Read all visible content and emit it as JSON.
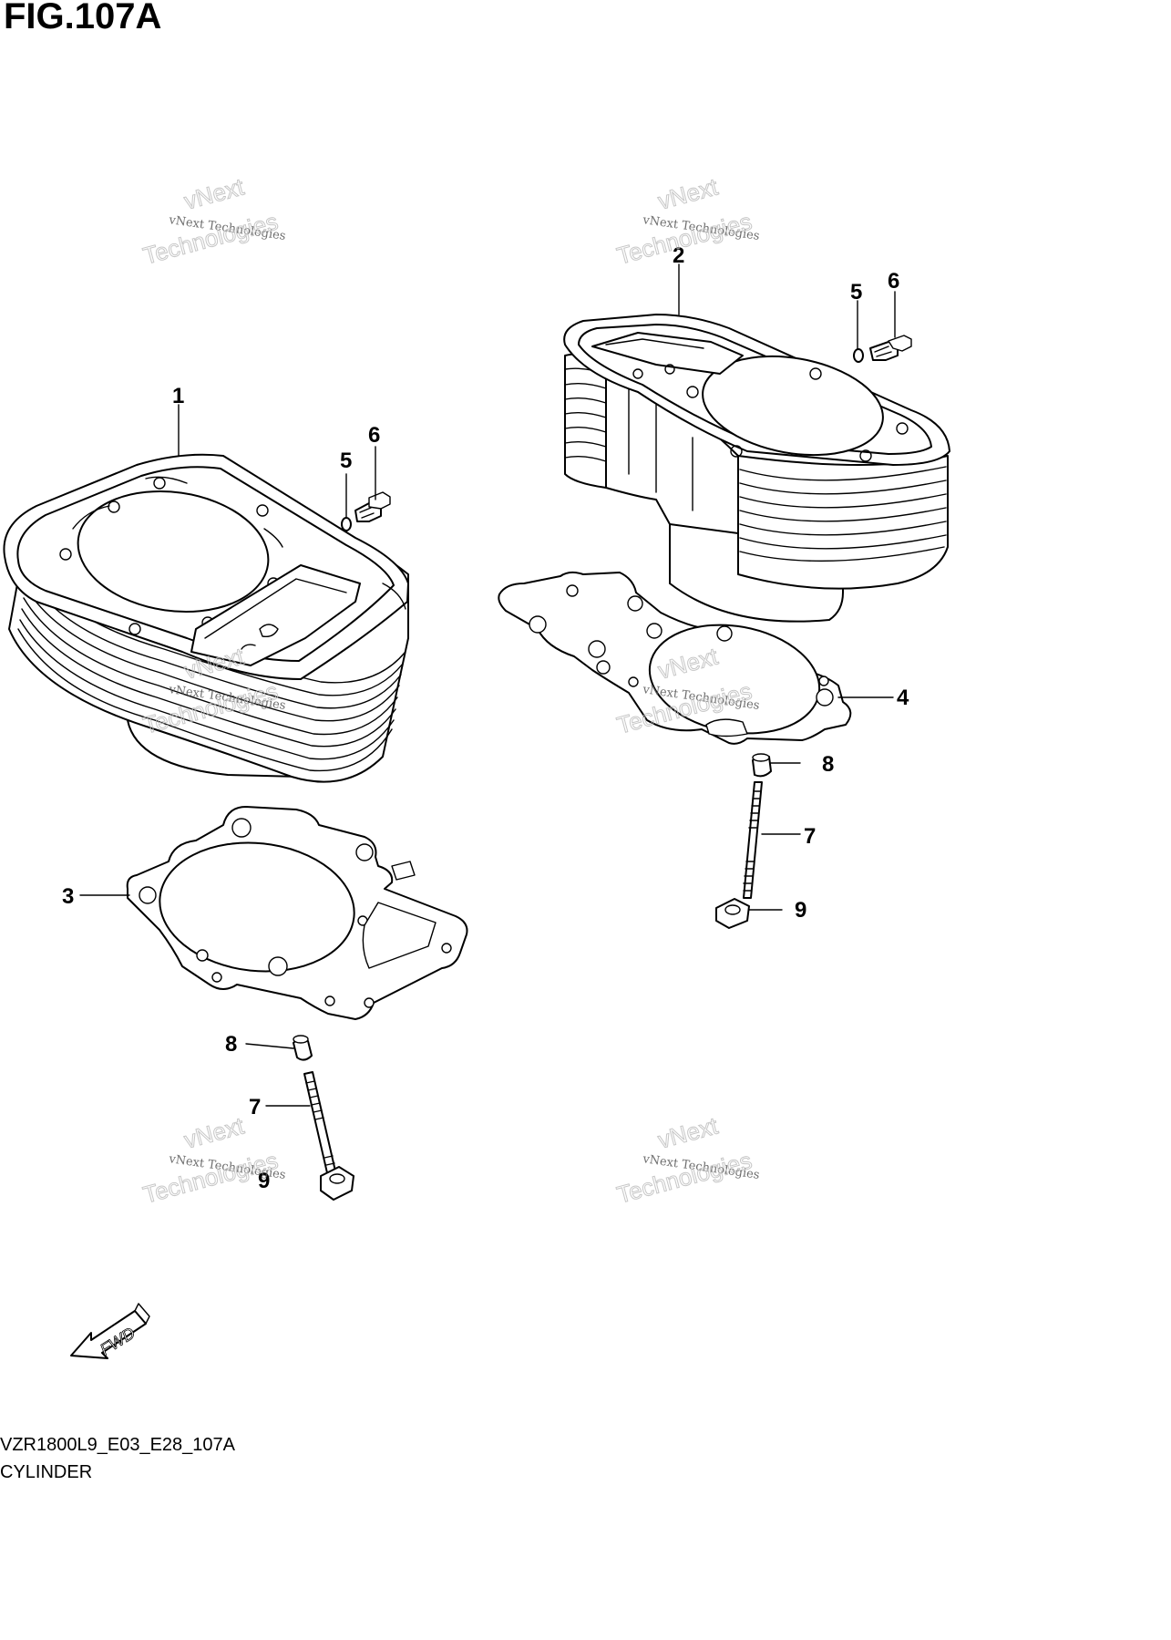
{
  "figure": {
    "title": "FIG.107A",
    "code": "VZR1800L9_E03_E28_107A",
    "name": "CYLINDER"
  },
  "callouts": [
    {
      "id": "left-cylinder",
      "label": "1"
    },
    {
      "id": "right-cylinder",
      "label": "2"
    },
    {
      "id": "left-gasket",
      "label": "3"
    },
    {
      "id": "right-gasket",
      "label": "4"
    },
    {
      "id": "left-oring",
      "label": "5"
    },
    {
      "id": "left-union",
      "label": "6"
    },
    {
      "id": "right-oring",
      "label": "5"
    },
    {
      "id": "right-union",
      "label": "6"
    },
    {
      "id": "left-stud",
      "label": "7"
    },
    {
      "id": "left-dowel",
      "label": "8"
    },
    {
      "id": "left-nut",
      "label": "9"
    },
    {
      "id": "right-stud",
      "label": "7"
    },
    {
      "id": "right-dowel",
      "label": "8"
    },
    {
      "id": "right-nut",
      "label": "9"
    }
  ],
  "fwd_label": "FWD",
  "watermark": {
    "small": "vNext Technologies",
    "big_top": "vNext",
    "big_bottom": "Technologies"
  }
}
